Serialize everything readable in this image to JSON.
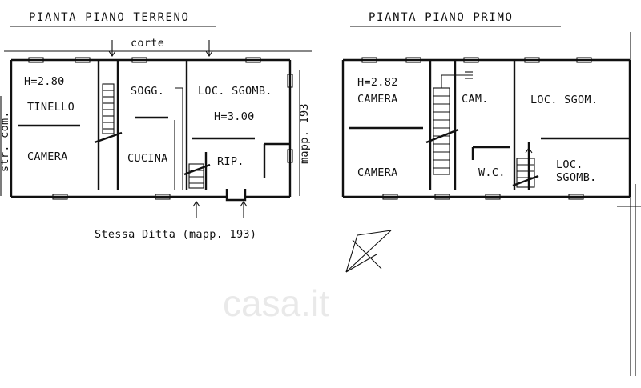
{
  "ground_floor": {
    "title": "PIANTA PIANO TERRENO",
    "courtyard": "corte",
    "height_left": "H=2.80",
    "height_center": "H=3.00",
    "rooms": {
      "tinello": "TINELLO",
      "camera": "CAMERA",
      "soggiorno": "SOGG.",
      "cucina": "CUCINA",
      "storage": "LOC. SGOMB.",
      "ripostiglio": "RIP."
    },
    "map_ref": "mapp. 193",
    "left_side_label": "str. com.",
    "bottom_note": "Stessa Ditta (mapp. 193)"
  },
  "first_floor": {
    "title": "PIANTA PIANO PRIMO",
    "height": "H=2.82",
    "rooms": {
      "camera_top": "CAMERA",
      "camera_bottom": "CAMERA",
      "cam": "CAM.",
      "wc": "W.C.",
      "storage_top": "LOC. SGOM.",
      "storage_bottom_1": "LOC.",
      "storage_bottom_2": "SGOMB."
    }
  },
  "watermark": "casa.it",
  "icons": {
    "stairs": "stairs-icon",
    "north": "north-arrow-icon",
    "window": "window-icon",
    "entry": "entry-arrow-icon"
  }
}
